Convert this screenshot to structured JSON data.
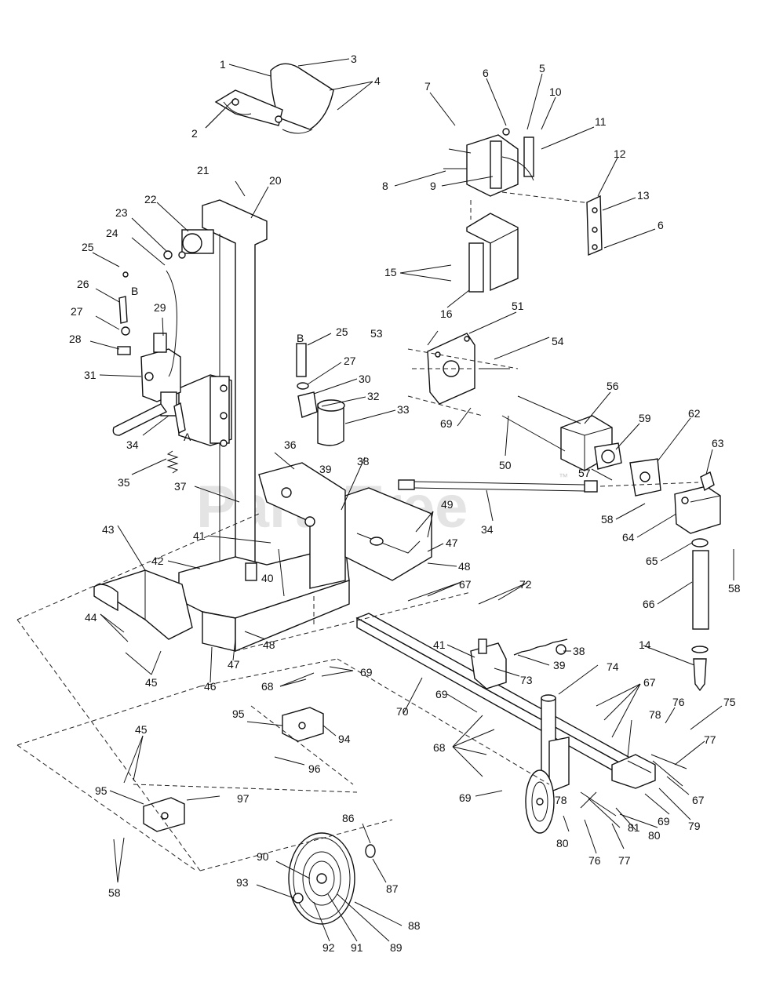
{
  "watermark": {
    "text": "PartsTree",
    "trademark": "™"
  },
  "letters": {
    "B_top": "B",
    "B_hose": "B",
    "A": "A"
  },
  "callouts": {
    "c1": "1",
    "c2": "2",
    "c3": "3",
    "c4": "4",
    "c5": "5",
    "c6a": "6",
    "c6b": "6",
    "c7": "7",
    "c8": "8",
    "c9": "9",
    "c10": "10",
    "c11": "11",
    "c12": "12",
    "c13": "13",
    "c14": "14",
    "c15": "15",
    "c16": "16",
    "c20": "20",
    "c21": "21",
    "c22": "22",
    "c23": "23",
    "c24": "24",
    "c25a": "25",
    "c25b": "25",
    "c26": "26",
    "c27a": "27",
    "c27b": "27",
    "c28": "28",
    "c29": "29",
    "c30": "30",
    "c31": "31",
    "c32": "32",
    "c33": "33",
    "c34a": "34",
    "c34b": "34",
    "c35": "35",
    "c36": "36",
    "c37": "37",
    "c38a": "38",
    "c38b": "38",
    "c39a": "39",
    "c39b": "39",
    "c40": "40",
    "c41a": "41",
    "c41b": "41",
    "c42": "42",
    "c43": "43",
    "c44": "44",
    "c45a": "45",
    "c45b": "45",
    "c46": "46",
    "c47a": "47",
    "c47b": "47",
    "c48a": "48",
    "c48b": "48",
    "c49": "49",
    "c50": "50",
    "c51": "51",
    "c53": "53",
    "c54": "54",
    "c56": "56",
    "c57": "57",
    "c58a": "58",
    "c58b": "58",
    "c58c": "58",
    "c59": "59",
    "c62": "62",
    "c63": "63",
    "c64": "64",
    "c65": "65",
    "c66": "66",
    "c67a": "67",
    "c67b": "67",
    "c67c": "67",
    "c68a": "68",
    "c68b": "68",
    "c69a": "69",
    "c69b": "69",
    "c69c": "69",
    "c69d": "69",
    "c69e": "69",
    "c70": "70",
    "c72": "72",
    "c73": "73",
    "c74": "74",
    "c75": "75",
    "c76a": "76",
    "c76b": "76",
    "c77a": "77",
    "c77b": "77",
    "c78a": "78",
    "c78b": "78",
    "c79": "79",
    "c80a": "80",
    "c80b": "80",
    "c81": "81",
    "c86": "86",
    "c87": "87",
    "c88": "88",
    "c89": "89",
    "c90": "90",
    "c91": "91",
    "c92": "92",
    "c93": "93",
    "c94": "94",
    "c95a": "95",
    "c95b": "95",
    "c96": "96",
    "c97": "97"
  }
}
